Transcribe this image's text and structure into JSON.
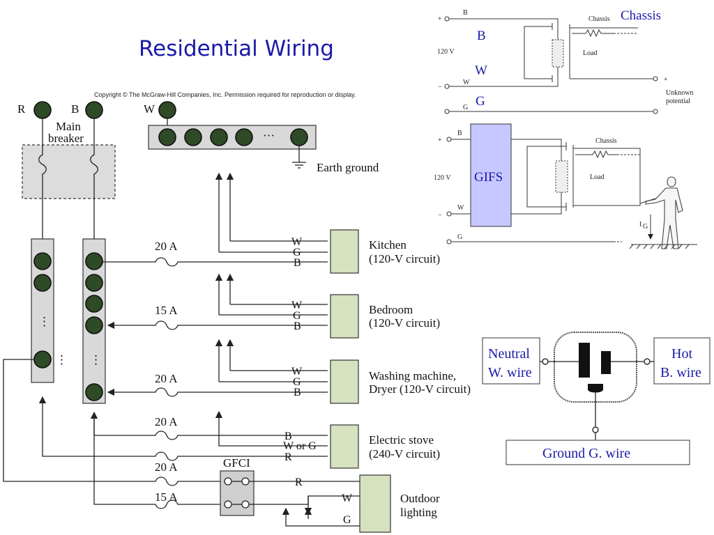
{
  "title": "Residential Wiring",
  "copyright": "Copyright © The McGraw-Hill Companies, Inc. Permission required for reproduction or display.",
  "main": {
    "bus_labels": {
      "r": "R",
      "b": "B",
      "w": "W"
    },
    "main_breaker": [
      "Main",
      "breaker"
    ],
    "earth_ground": "Earth ground",
    "ellipsis": "···",
    "vdots": "⋮",
    "circuits": [
      {
        "id": "kitchen",
        "fuse": "20 A",
        "wires": [
          "W",
          "G",
          "B"
        ],
        "label": [
          "Kitchen",
          "(120-V circuit)"
        ]
      },
      {
        "id": "bedroom",
        "fuse": "15 A",
        "wires": [
          "W",
          "G",
          "B"
        ],
        "label": [
          "Bedroom",
          "(120-V circuit)"
        ]
      },
      {
        "id": "washer",
        "fuse": "20 A",
        "wires": [
          "W",
          "G",
          "B"
        ],
        "label": [
          "Washing machine,",
          "Dryer (120-V circuit)"
        ]
      },
      {
        "id": "stove",
        "fuse": "20 A",
        "wires": [
          "B",
          "W or G",
          "R"
        ],
        "label": [
          "Electric stove",
          "(240-V circuit)"
        ]
      }
    ],
    "outdoor": {
      "fuse_top": "20 A",
      "fuse_bottom": "15 A",
      "gfci": "GFCI",
      "wires": [
        "R",
        "W",
        "G"
      ],
      "label": [
        "Outdoor",
        "lighting"
      ]
    }
  },
  "top_schematic": {
    "chassis_blue": "Chassis",
    "chassis": "Chassis",
    "load": "Load",
    "voltage": "120 V",
    "terminals": {
      "b": "B",
      "w": "W",
      "g": "G"
    },
    "plus": "+",
    "minus": "−",
    "blue_labels": {
      "b": "B",
      "w": "W",
      "g": "G"
    },
    "unknown": [
      "Unknown",
      "potential"
    ],
    "plus_right": "+"
  },
  "gfi_schematic": {
    "box_label": "GIFS",
    "chassis": "Chassis",
    "load": "Load",
    "voltage": "120 V",
    "terminals": {
      "b": "B",
      "w": "W",
      "g": "G"
    },
    "plus": "+",
    "minus": "−",
    "current": "I",
    "current_sub": "G"
  },
  "outlet": {
    "neutral": [
      "Neutral",
      "W. wire"
    ],
    "hot": [
      "Hot",
      "B. wire"
    ],
    "ground": "Ground G. wire"
  }
}
